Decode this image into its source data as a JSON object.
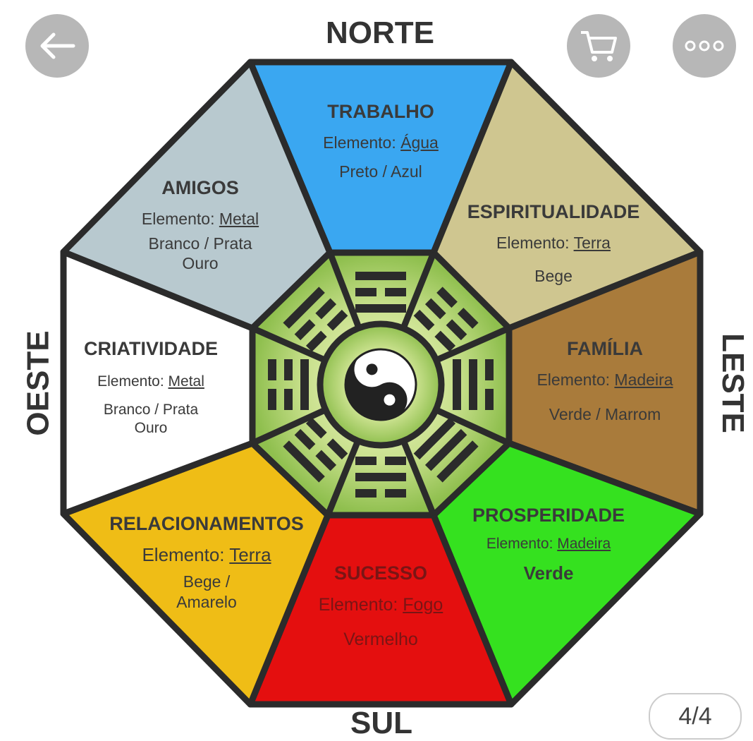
{
  "directions": {
    "north": "NORTE",
    "south": "SUL",
    "west": "OESTE",
    "east": "LESTE"
  },
  "sectors": [
    {
      "id": "n",
      "title": "TRABALHO",
      "element_label": "Elemento:",
      "element": "Água",
      "colors": [
        "Preto / Azul"
      ],
      "fill": "#3aa7f1",
      "trigram": [
        1,
        0,
        1
      ]
    },
    {
      "id": "ne",
      "title": "ESPIRITUALIDADE",
      "element_label": "Elemento:",
      "element": "Terra",
      "colors": [
        "Bege"
      ],
      "fill": "#cfc690",
      "trigram": [
        0,
        0,
        0
      ]
    },
    {
      "id": "e",
      "title": "FAMÍLIA",
      "element_label": "Elemento:",
      "element": "Madeira",
      "colors": [
        "Verde / Marrom"
      ],
      "fill": "#a97b3b",
      "trigram": [
        0,
        1,
        1
      ]
    },
    {
      "id": "se",
      "title": "PROSPERIDADE",
      "element_label": "Elemento:",
      "element": "Madeira",
      "colors": [
        "Verde"
      ],
      "fill": "#35e11f",
      "trigram": [
        1,
        1,
        1
      ]
    },
    {
      "id": "s",
      "title": "SUCESSO",
      "element_label": "Elemento:",
      "element": "Fogo",
      "colors": [
        "Vermelho"
      ],
      "fill": "#e40f0f",
      "trigram": [
        0,
        1,
        0
      ]
    },
    {
      "id": "sw",
      "title": "RELACIONAMENTOS",
      "element_label": "Elemento:",
      "element": "Terra",
      "colors": [
        "Bege /",
        "Amarelo"
      ],
      "fill": "#efbd16",
      "trigram": [
        1,
        0,
        0
      ]
    },
    {
      "id": "w",
      "title": "CRIATIVIDADE",
      "element_label": "Elemento:",
      "element": "Metal",
      "colors": [
        "Branco / Prata",
        "Ouro"
      ],
      "fill": "#ffffff",
      "trigram": [
        0,
        0,
        1
      ]
    },
    {
      "id": "nw",
      "title": "AMIGOS",
      "element_label": "Elemento:",
      "element": "Metal",
      "colors": [
        "Branco / Prata",
        "Ouro"
      ],
      "fill": "#b8c9cf",
      "trigram": [
        1,
        0,
        0
      ]
    }
  ],
  "center_icon": "yin-yang-icon",
  "viewer": {
    "back_icon": "arrow-left-icon",
    "cart_icon": "cart-icon",
    "more_icon": "more-horizontal-icon",
    "page_indicator": "4/4"
  }
}
